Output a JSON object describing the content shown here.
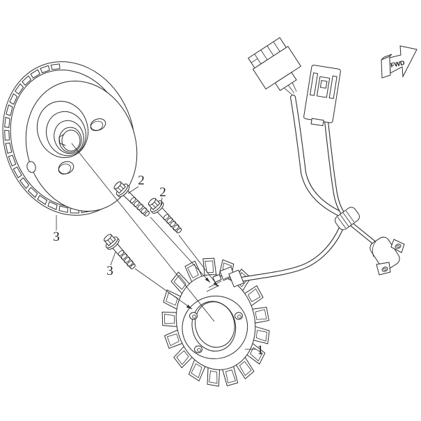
{
  "diagram": {
    "type": "exploded-parts-line-drawing",
    "subject": "magneto generator assembly (flywheel rotor, stator, bolts, wiring harness)",
    "direction_indicator": {
      "text": "FWD"
    },
    "callouts": [
      {
        "part": "stator-assembly",
        "label": "1"
      },
      {
        "part": "bolt-upper",
        "label": "2"
      },
      {
        "part": "bolt-middle",
        "label": "2"
      },
      {
        "part": "flywheel-rotor",
        "label": "3"
      },
      {
        "part": "bolt-lower",
        "label": "3"
      }
    ],
    "colors": {
      "line": "#2b2b2b",
      "background": "#ffffff"
    }
  }
}
